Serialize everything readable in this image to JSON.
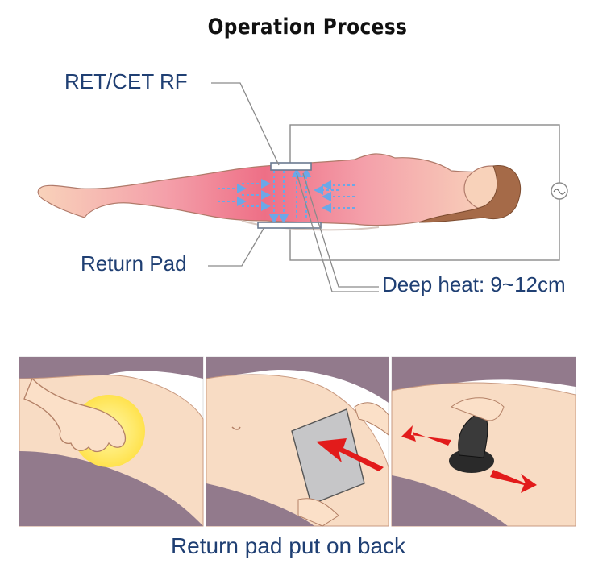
{
  "page": {
    "title": "Operation Process",
    "caption": "Return pad put on back"
  },
  "diagram": {
    "labels": {
      "handpiece": "RET/CET RF",
      "return_pad": "Return Pad",
      "deep_heat": "Deep heat: 9~12cm"
    },
    "colors": {
      "label_text": "#1f3f73",
      "skin": "#f8d2ba",
      "heat": "#f06e82",
      "flow_arrows": "#6aa8e8",
      "leader_lines": "#8a8a8a",
      "bed_sheet": "#927a8c",
      "red_arrow": "#e21b1b"
    }
  },
  "steps": [
    {
      "icon": "hand-on-abdomen-icon"
    },
    {
      "icon": "return-pad-placement-icon"
    },
    {
      "icon": "rf-handpiece-massage-icon"
    }
  ]
}
